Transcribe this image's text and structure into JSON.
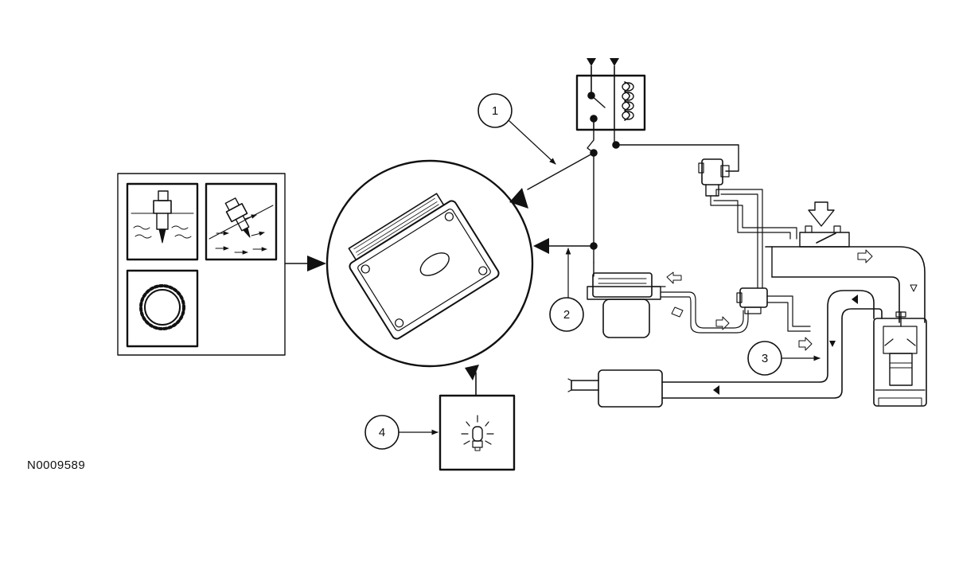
{
  "figure_id": "N0009589",
  "callouts": [
    {
      "label": "1"
    },
    {
      "label": "2"
    },
    {
      "label": "3"
    },
    {
      "label": "4"
    }
  ],
  "colors": {
    "line": "#111111",
    "background": "#ffffff"
  }
}
